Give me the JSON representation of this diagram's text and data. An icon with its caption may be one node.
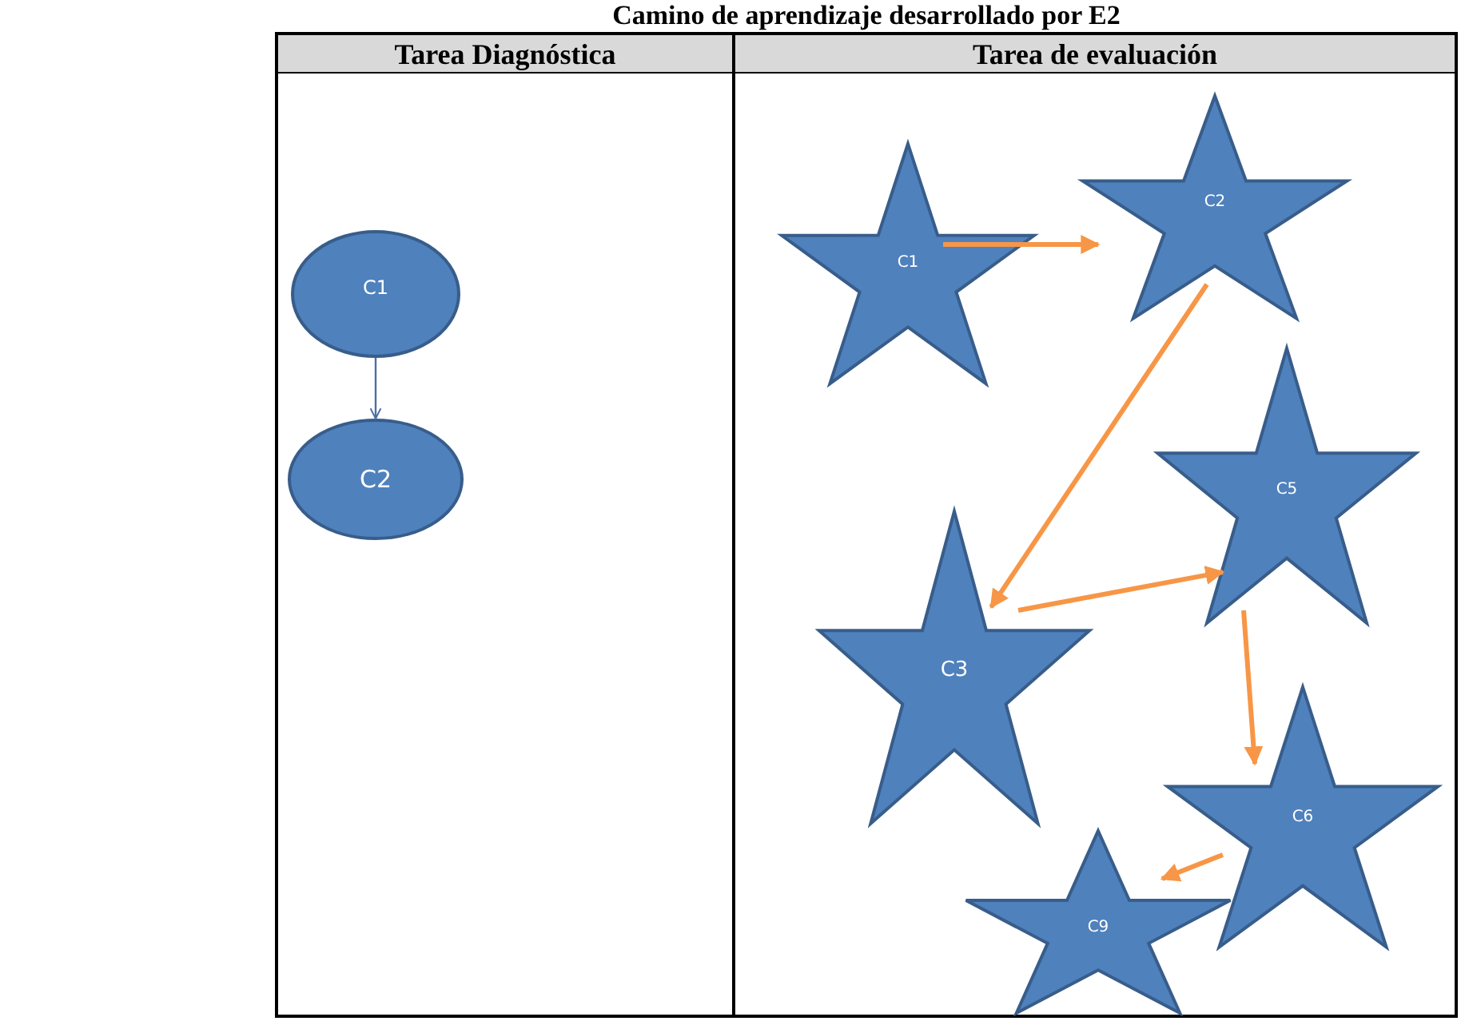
{
  "diagram": {
    "title": "Camino de aprendizaje desarrollado por E2",
    "nodes": [
      {
        "text": [
          "C1"
        ]
      },
      {
        "text": [
          "C2"
        ]
      },
      {
        "text": [
          "C1"
        ]
      },
      {
        "text": [
          "C2"
        ]
      },
      {
        "text": [
          "C5"
        ]
      },
      {
        "text": [
          "C3"
        ]
      },
      {
        "text": [
          "C6"
        ]
      },
      {
        "text": [
          "C9"
        ]
      }
    ],
    "edges": [
      {
        "from": 0,
        "to": 1,
        "arrow": "to",
        "color": "#4a6fa5"
      },
      {
        "from": 2,
        "to": 3,
        "arrow": "to"
      },
      {
        "from": 3,
        "to": 5,
        "arrow": "to"
      },
      {
        "from": 5,
        "to": 4,
        "arrow": "to"
      },
      {
        "from": 4,
        "to": 6,
        "arrow": "to"
      },
      {
        "from": 6,
        "to": 7,
        "arrow": "to"
      }
    ],
    "labels": [
      "Tarea Diagnóstica",
      "Tarea de evaluación"
    ]
  }
}
